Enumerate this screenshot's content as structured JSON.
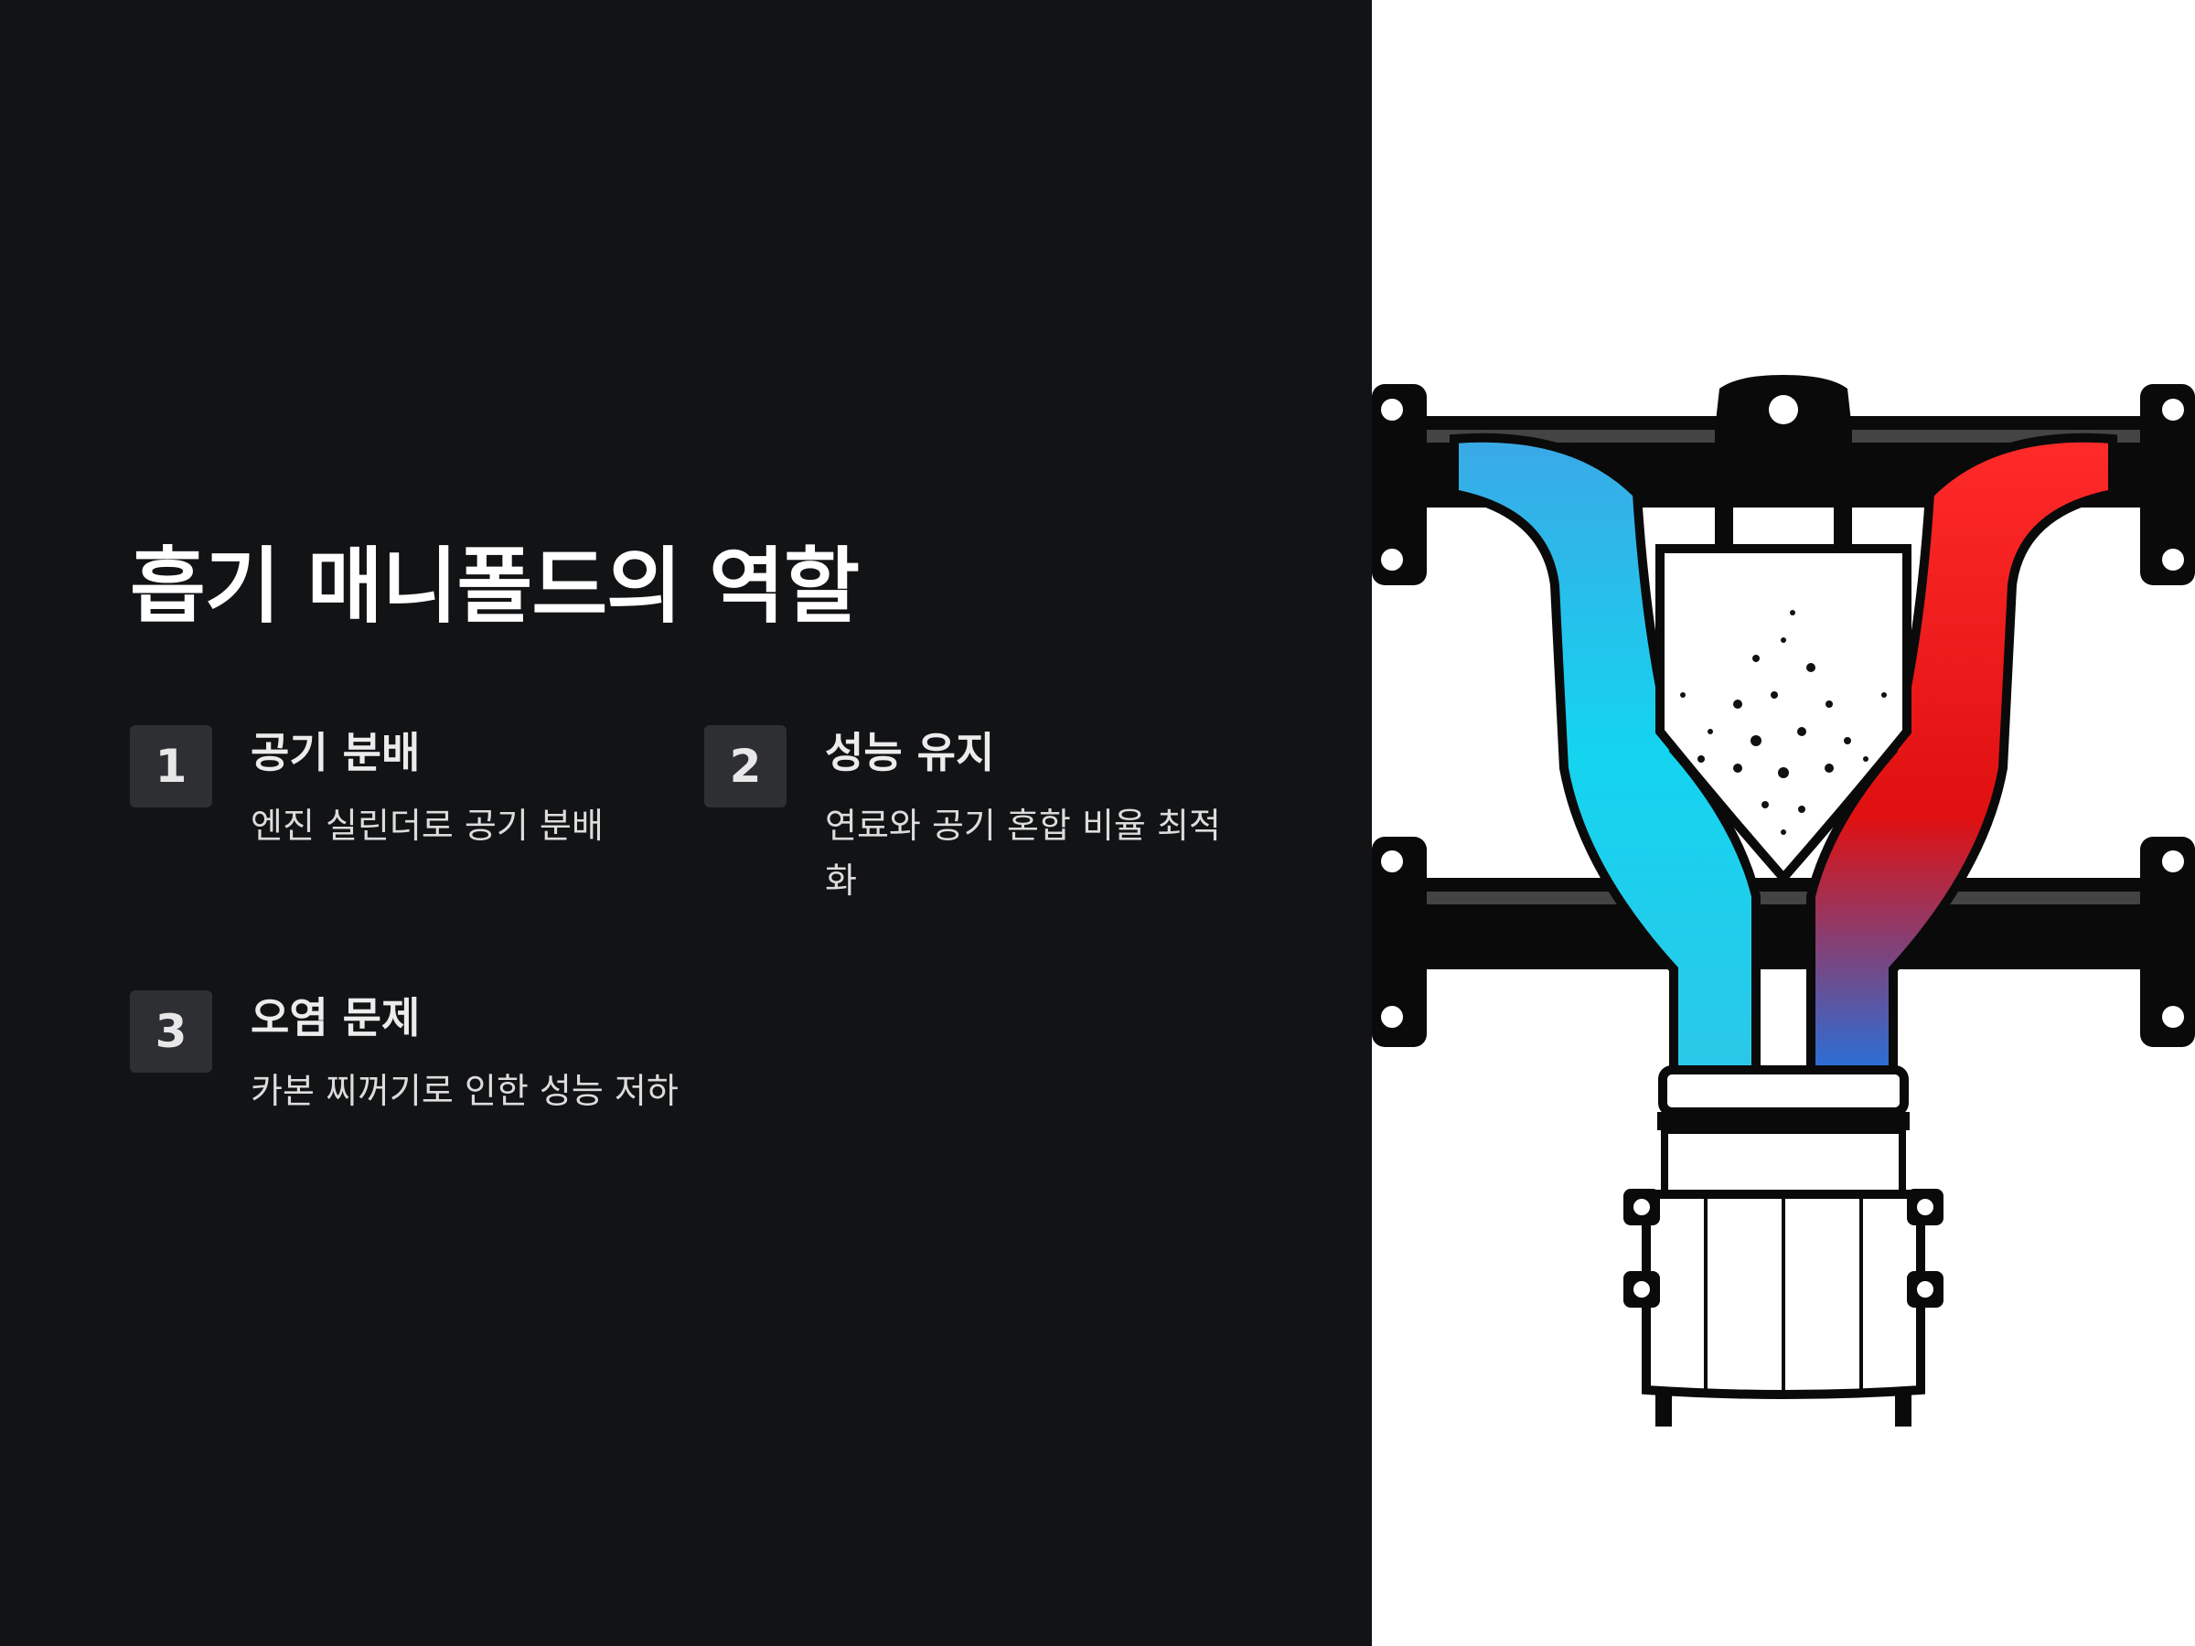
{
  "slide": {
    "title": "흡기 매니폴드의 역할",
    "items": [
      {
        "number": "1",
        "title": "공기 분배",
        "description": "엔진 실린더로 공기 분배"
      },
      {
        "number": "2",
        "title": "성능 유지",
        "description": "연료와 공기 혼합 비율 최적화"
      },
      {
        "number": "3",
        "title": "오염 문제",
        "description": "카본 찌꺼기로 인한 성능 저하"
      }
    ]
  },
  "illustration": {
    "subject": "intake-manifold-airflow",
    "colors": {
      "cold_air": "#14d4f0",
      "hot_air": "#f01414",
      "metal": "#0a0a0a",
      "carbon": "#111111"
    }
  },
  "theme": {
    "background": "#121315",
    "badge": "#2e2f32",
    "text": "#ffffff"
  }
}
